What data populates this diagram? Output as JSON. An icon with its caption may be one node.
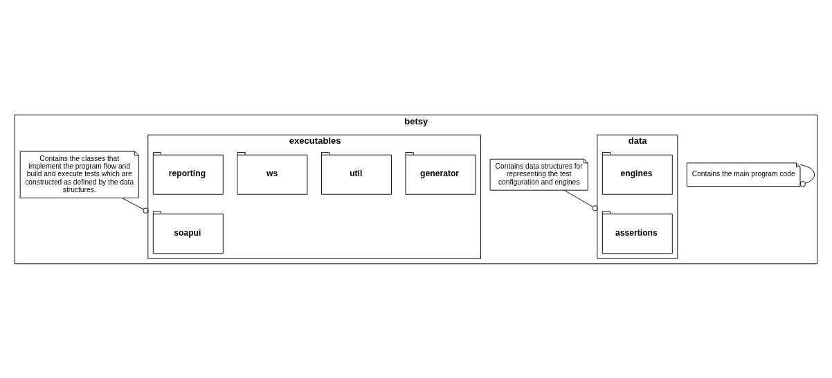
{
  "diagram": {
    "nodes": [
      {
        "text": [
          "betsy"
        ]
      },
      {
        "text": [
          "Contains the main program code"
        ],
        "in": 0
      },
      {
        "text": [
          "data"
        ],
        "in": 0
      },
      {
        "text": [
          "assertions"
        ],
        "in": 2
      },
      {
        "text": [
          "engines"
        ],
        "in": 2
      },
      {
        "text": [
          "executables"
        ],
        "in": 0
      },
      {
        "text": [
          "soapui"
        ],
        "in": 5
      },
      {
        "text": [
          "generator"
        ],
        "in": 5
      },
      {
        "text": [
          "util"
        ],
        "in": 5
      },
      {
        "text": [
          "ws"
        ],
        "in": 5
      },
      {
        "text": [
          "reporting"
        ],
        "in": 5
      },
      {
        "text": [
          "Contains data structures for representing the test configuration and engines"
        ],
        "in": 0
      },
      {
        "text": [
          "Contains the classes that implement the program flow and build and execute tests which are constructed as defined by the data structures."
        ],
        "in": 0
      }
    ],
    "edges": [
      {
        "from": 1,
        "to": 0,
        "arrow": "other"
      },
      {
        "from": 11,
        "to": 2,
        "arrow": "other"
      },
      {
        "from": 12,
        "to": 5,
        "arrow": "other"
      }
    ]
  }
}
